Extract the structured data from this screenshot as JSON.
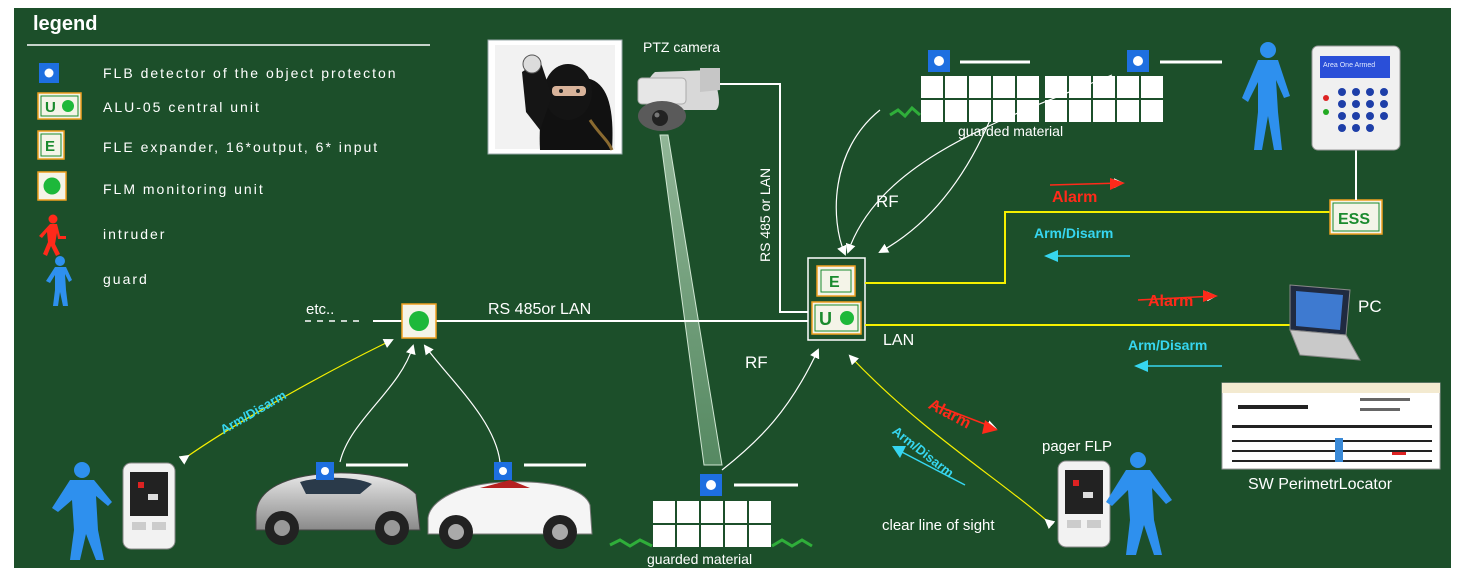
{
  "colors": {
    "background": "#1c4f2a",
    "line": "#ffffff",
    "yellow_line": "#f5f000",
    "alarm": "#ff2a1a",
    "arm_disarm": "#36d6f0",
    "unit_green": "#1db83a",
    "flb_blue": "#1e6fe0"
  },
  "legend": {
    "title": "legend",
    "items": [
      {
        "icon": "flb-detector-icon",
        "text": "FLB  detector of the object protecton"
      },
      {
        "icon": "alu-central-unit-icon",
        "symbol": "U",
        "text": "ALU-05  central unit"
      },
      {
        "icon": "fle-expander-icon",
        "symbol": "E",
        "text": "FLE expander, 16*output, 6* input"
      },
      {
        "icon": "flm-monitoring-unit-icon",
        "text": "FLM monitoring unit"
      },
      {
        "icon": "intruder-icon",
        "text": "intruder"
      },
      {
        "icon": "guard-icon",
        "text": "guard"
      }
    ]
  },
  "labels": {
    "ptz_camera": "PTZ camera",
    "guarded_material_top": "guarded material",
    "guarded_material_bottom": "guarded material",
    "rf_top": "RF",
    "rf_middle": "RF",
    "rs485_vertical": "RS 485 or LAN",
    "rs485_horizontal": "RS 485or LAN",
    "etc": "etc..",
    "lan": "LAN",
    "pc": "PC",
    "ess": "ESS",
    "pager": "pager FLP",
    "clear_line": "clear line of sight",
    "sw_locator": "SW PerimetrLocator",
    "alarm_1": "Alarm",
    "alarm_2": "Alarm",
    "alarm_3": "Alarm",
    "arm_1": "Arm/Disarm",
    "arm_2": "Arm/Disarm",
    "arm_left": "Arm/Disarm",
    "arm_pager": "Arm/Disarm",
    "unit_e": "E",
    "unit_u": "U",
    "keypad_screen": "Area One Armed"
  }
}
